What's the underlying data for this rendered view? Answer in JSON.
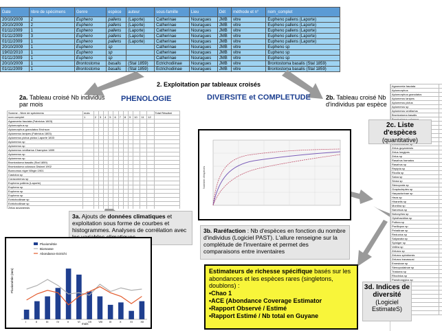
{
  "top_table": {
    "headers": [
      "Date",
      "nbre de spécimens",
      "Genre",
      "espèce",
      "auteur",
      "sous-famille",
      "Lieu",
      "Dét",
      "méthode et n°",
      "nom_complet"
    ],
    "rows": [
      [
        "20/10/2009",
        "2",
        "Eupheno",
        "pallens",
        "(Laporte)",
        "Catherinae",
        "Nouragues",
        "JMB",
        "vitre",
        "Eupheno pallens (Laporte)"
      ],
      [
        "20/10/2009",
        "2",
        "Eupheno",
        "pallens",
        "(Laporte)",
        "Catherinae",
        "Nouragues",
        "JMB",
        "vitre",
        "Eupheno pallens (Laporte)"
      ],
      [
        "01/11/2009",
        "1",
        "Eupheno",
        "pallens",
        "(Laporte)",
        "Catherinae",
        "Nouragues",
        "JMB",
        "vitre",
        "Eupheno pallens (Laporte)"
      ],
      [
        "01/11/2009",
        "3",
        "Eupheno",
        "pallens",
        "(Laporte)",
        "Catherinae",
        "Nouragues",
        "JMB",
        "vitre",
        "Eupheno pallens (Laporte)"
      ],
      [
        "01/11/2009",
        "1",
        "Eupheno",
        "pallens",
        "(Laporte)",
        "Catherinae",
        "Nouragues",
        "JMB",
        "vitre",
        "Eupheno pallens (Laporte)"
      ],
      [
        "20/10/2009",
        "1",
        "Eupheno",
        "sp",
        "",
        "Catherinae",
        "Nouragues",
        "JMB",
        "vitre",
        "Eupheno sp"
      ],
      [
        "19/02/2010",
        "1",
        "Eupheno",
        "sp",
        "",
        "Catherinae",
        "Nouragues",
        "JMB",
        "vitre",
        "Eupheno sp"
      ],
      [
        "01/11/2009",
        "1",
        "Eupheno",
        "sp",
        "",
        "Catherinae",
        "Nouragues",
        "JMB",
        "vitre",
        "Eupheno sp"
      ],
      [
        "20/10/2009",
        "1",
        "Brontostoma",
        "basalis",
        "(Stal 1859)",
        "Ectrichodiinae",
        "Nouragues",
        "JMB",
        "vitre",
        "Brontostoma basalis (Stal 1859)"
      ],
      [
        "01/11/2009",
        "1",
        "Brontostoma",
        "basalis",
        "(Stal 1859)",
        "Ectrichodiinae",
        "Nouragues",
        "JMB",
        "vitre",
        "Brontostoma basalis (Stal 1859)"
      ]
    ]
  },
  "titles": {
    "exploitation": "2. Exploitation par tableaux croisés",
    "phenologie": "PHENOLOGIE",
    "diversite": "DIVERSITE et COMPLETUDE"
  },
  "step_2a": {
    "num": "2a.",
    "text": " Tableau croisé Nb individus par mois"
  },
  "step_2b": {
    "num": "2b.",
    "text": " Tableau croisé Nb d'individus par espèce"
  },
  "step_2c": {
    "num": "2c.",
    "title": " Liste d'espèces",
    "sub": "(quantitative)"
  },
  "step_3a": {
    "num": "3a.",
    "pre": " Ajouts de ",
    "bold": "données climatiques",
    "post": " et exploitation sous forme de courbes et histogrammes. Analyses de corrélation avec les variables climatiques."
  },
  "step_3b": {
    "num": "3b.",
    "bold": " Raréfaction",
    "post": " : Nb d'espèces en fonction du nombre d'individus (Logiciel PAST). L'allure renseigne sur la complétude de l'inventaire et permet des comparaisons entre inventaires"
  },
  "step_3d": {
    "num": "3d.",
    "title": " Indices de diversité",
    "sub": "(Logiciel EstimateS)"
  },
  "estimators": {
    "intro_bold": "Estimateurs de richesse spécifique",
    "intro_rest": " basés sur les abondances et les espèces rares (singletons, doublons) :",
    "items": [
      "•Chao 1",
      "•ACE (Abondance Coverage Estimator",
      "•Rapport Observé / Estimé",
      "•Rapport Estimé / Nb total en Guyane"
    ]
  },
  "crosstab": {
    "col_headers": [
      "Somme - Nbre de spécimens",
      "mois",
      "",
      "",
      "",
      "",
      "",
      "",
      "",
      "",
      "",
      "",
      "",
      "Total Résultat"
    ],
    "row_header": "nom complet",
    "rows": [
      "Agraeceria fasciata (Fabricius 1803)",
      "Apiomorphus sp",
      "Apiomorphus granulatus Erichson",
      "Apiomerus lanipes (Fabricius 1803)",
      "Apiomerus pictus pictus Laporte 1833",
      "Apiomerus sp",
      "Apiomerus sp",
      "Apiomerus vexillarius Champion 1899",
      "Apiomerus sp",
      "Apiomerus sp",
      "Brontostoma basalis (Stal 1859)",
      "Brontostoma colossus Distant 1902",
      "Bunnomus niger Wirgin 1901",
      "Castolus sp",
      "Coracomerus sp",
      "Eupheno pallens (Laporte)",
      "Eupheno sp",
      "Eupheno sp",
      "Eupheno sp",
      "Ectrichodiinae sp",
      "Ectrichodiinae sp",
      "Zelus guyanensis"
    ]
  },
  "species_list": [
    "Agraeceria fasciata",
    "Apiomorphus",
    "Apiomorphus granulatus",
    "Apiomerus lanipes",
    "Apiomerus pictus",
    "Apiomerus sp",
    "Apiomerus vexillarius",
    "Brontostoma basalis",
    "Brontostoma colossus",
    "Bunnomus niger",
    "Castolus sp",
    "Coracomerus sp",
    "Eupheno pallens",
    "Eupheno sp",
    "Ectrichodiinae sp",
    "Zelus guyanensis",
    "Zelus longipes",
    "Zelus sp",
    "Rasahus hamatus",
    "Rasahus sp",
    "Repipta sp",
    "Ricolla sp",
    "Saica sp",
    "Sinea sp",
    "Stenopoda sp",
    "Graptocleptes sp",
    "Harpactorinae sp",
    "Heza sp",
    "Hiranetis sp",
    "Montina sp",
    "Narvesus sp",
    "Notocyrtus sp",
    "Opisthacidius sp",
    "Pothea sp",
    "Pselliopus sp",
    "Peiratinae sp",
    "Reduvius sp",
    "Salyavata sp",
    "Spiniger sp",
    "Velitra sp",
    "Zelurus sp",
    "Zelurus spinidorsis",
    "Zelurus travassosi",
    "Emesinae sp",
    "Stenopodainae sp",
    "Triatoma sp",
    "Rhodnius sp",
    "Panstrongylus sp",
    "Eratyrus sp",
    "Microtomus sp",
    "Pyrrhotes sp",
    "Sphaeridops sp",
    "Ploiaria sp",
    "Empicoris sp",
    "Myiophanes sp",
    "Total"
  ],
  "pheno_chart": {
    "legend": [
      "Pluviométrie",
      "Biomasse",
      "Abondance Ectrichi"
    ],
    "ylabel": "Pluviométrie (mm)",
    "xlabel": "mois",
    "categories": [
      "I",
      "II",
      "III",
      "IV",
      "V",
      "VI",
      "VII",
      "VIII",
      "IX",
      "X",
      "XI",
      "XII"
    ],
    "bars": [
      80,
      150,
      190,
      260,
      420,
      370,
      230,
      190,
      120,
      140,
      70,
      150
    ],
    "line1": [
      250,
      280,
      330,
      280,
      210,
      220,
      200,
      290,
      230,
      260,
      240,
      250
    ],
    "line2": [
      160,
      210,
      240,
      220,
      120,
      190,
      230,
      270,
      220,
      190,
      130,
      190
    ],
    "ylim": [
      0,
      500
    ],
    "colors": {
      "bars": "#1f3f8f",
      "line1": "#b0b0b0",
      "line2": "#e35a2b"
    }
  },
  "rarefaction": {
    "ylabel": "Nombre d'espèces",
    "colors": {
      "curve": "#7a5cb8",
      "ci": "#c0506a"
    }
  }
}
